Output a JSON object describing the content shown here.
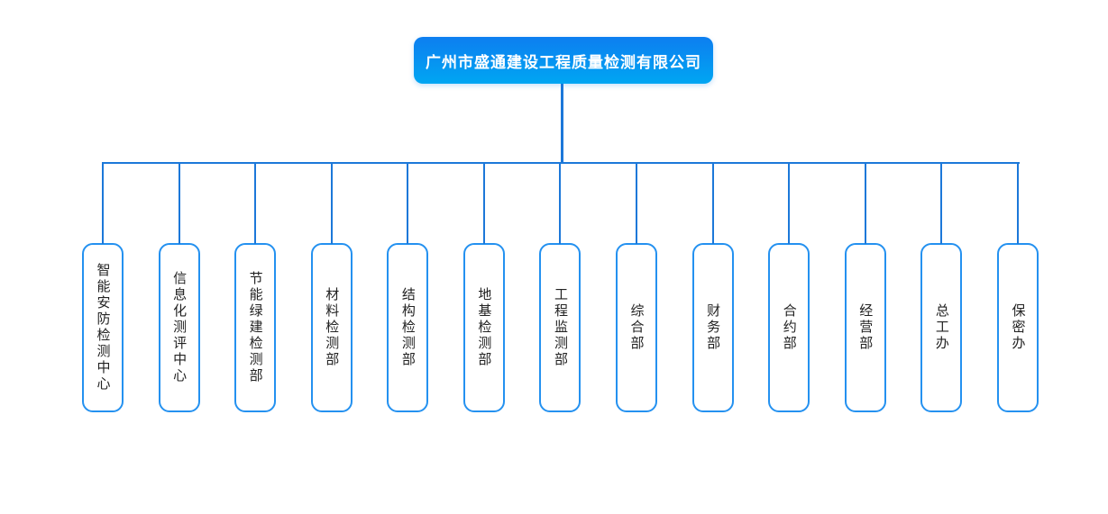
{
  "root": {
    "label": "广州市盛通建设工程质量检测有限公司"
  },
  "departments": [
    {
      "label": "智能安防检测中心"
    },
    {
      "label": "信息化测评中心"
    },
    {
      "label": "节能绿建检测部"
    },
    {
      "label": "材料检测部"
    },
    {
      "label": "结构检测部"
    },
    {
      "label": "地基检测部"
    },
    {
      "label": "工程监测部"
    },
    {
      "label": "综合部"
    },
    {
      "label": "财务部"
    },
    {
      "label": "合约部"
    },
    {
      "label": "经营部"
    },
    {
      "label": "总工办"
    },
    {
      "label": "保密办"
    }
  ],
  "colors": {
    "line": "#1c78d9",
    "node_border": "#2491f0",
    "root_gradient_top": "#0d7ef0",
    "root_gradient_bottom": "#00a6f2",
    "text": "#222222",
    "root_text": "#ffffff",
    "background": "#ffffff"
  }
}
